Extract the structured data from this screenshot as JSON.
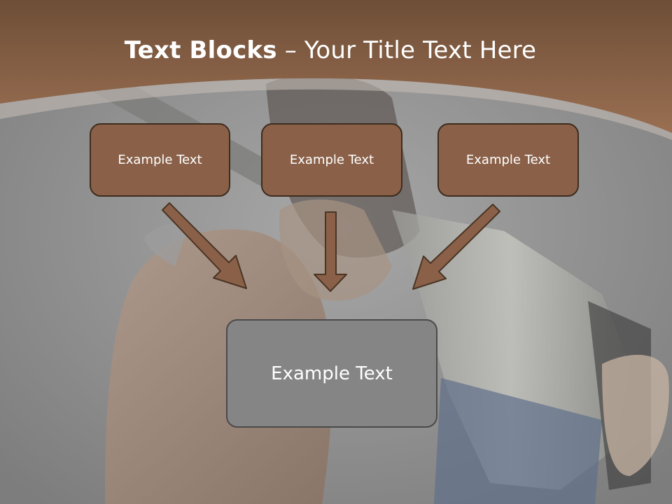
{
  "slide": {
    "title_bold": "Text Blocks",
    "title_dash": " – ",
    "title_rest": "Your Title Text Here"
  },
  "blocks": [
    {
      "label": "Example Text"
    },
    {
      "label": "Example Text"
    },
    {
      "label": "Example Text"
    }
  ],
  "main_block": {
    "label": "Example Text"
  },
  "colors": {
    "header_brown": "#8a6148",
    "box_fill": "#8a6148",
    "box_border": "#3e2c1e",
    "main_box_fill": "#858585",
    "arrow_fill": "#8a6148",
    "background_gray": "#8f8f8f"
  },
  "icons": [
    "arrow-down-right-icon",
    "arrow-down-icon",
    "arrow-down-left-icon"
  ]
}
